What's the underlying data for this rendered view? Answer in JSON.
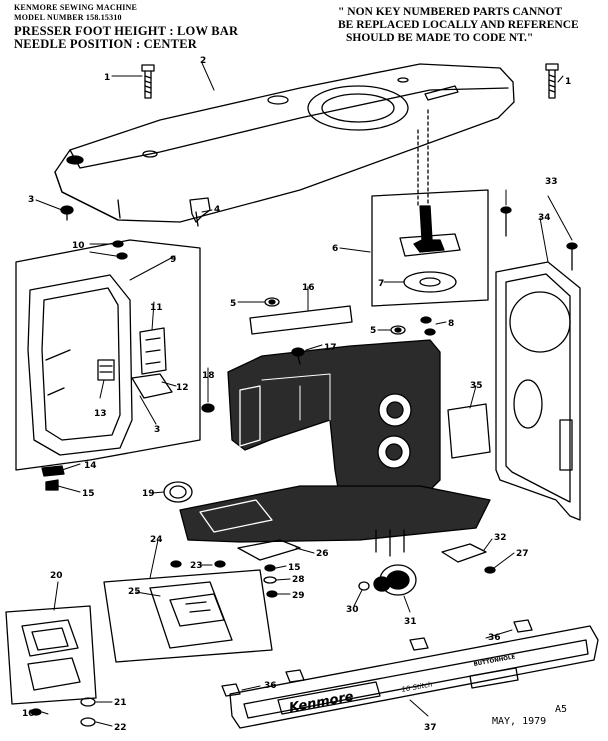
{
  "header": {
    "line1": "KENMORE SEWING MACHINE",
    "line2": "MODEL NUMBER 158.15310",
    "line3": "PRESSER FOOT HEIGHT : LOW BAR",
    "line4": "NEEDLE POSITION : CENTER"
  },
  "note": {
    "line1": "\" NON KEY NUMBERED PARTS CANNOT",
    "line2": "BE REPLACED LOCALLY AND REFERENCE",
    "line3": "SHOULD BE MADE TO CODE NT.\""
  },
  "footer": {
    "code": "A5",
    "date": "MAY, 1979"
  },
  "labels": {
    "brand": "Kenmore",
    "stitch": "10 Stitch",
    "buttonhole": "BUTTONHOLE"
  },
  "callouts": [
    "1",
    "2",
    "1",
    "3",
    "4",
    "6",
    "33",
    "34",
    "10",
    "9",
    "16",
    "11",
    "7",
    "5",
    "5",
    "8",
    "17",
    "18",
    "13",
    "12",
    "3",
    "35",
    "14",
    "15",
    "19",
    "24",
    "26",
    "32",
    "23",
    "27",
    "15",
    "20",
    "25",
    "28",
    "29",
    "30",
    "31",
    "36",
    "36",
    "21",
    "10",
    "22",
    "37"
  ],
  "colors": {
    "ink": "#000000",
    "paper": "#ffffff",
    "shade": "#2b2b2b"
  }
}
